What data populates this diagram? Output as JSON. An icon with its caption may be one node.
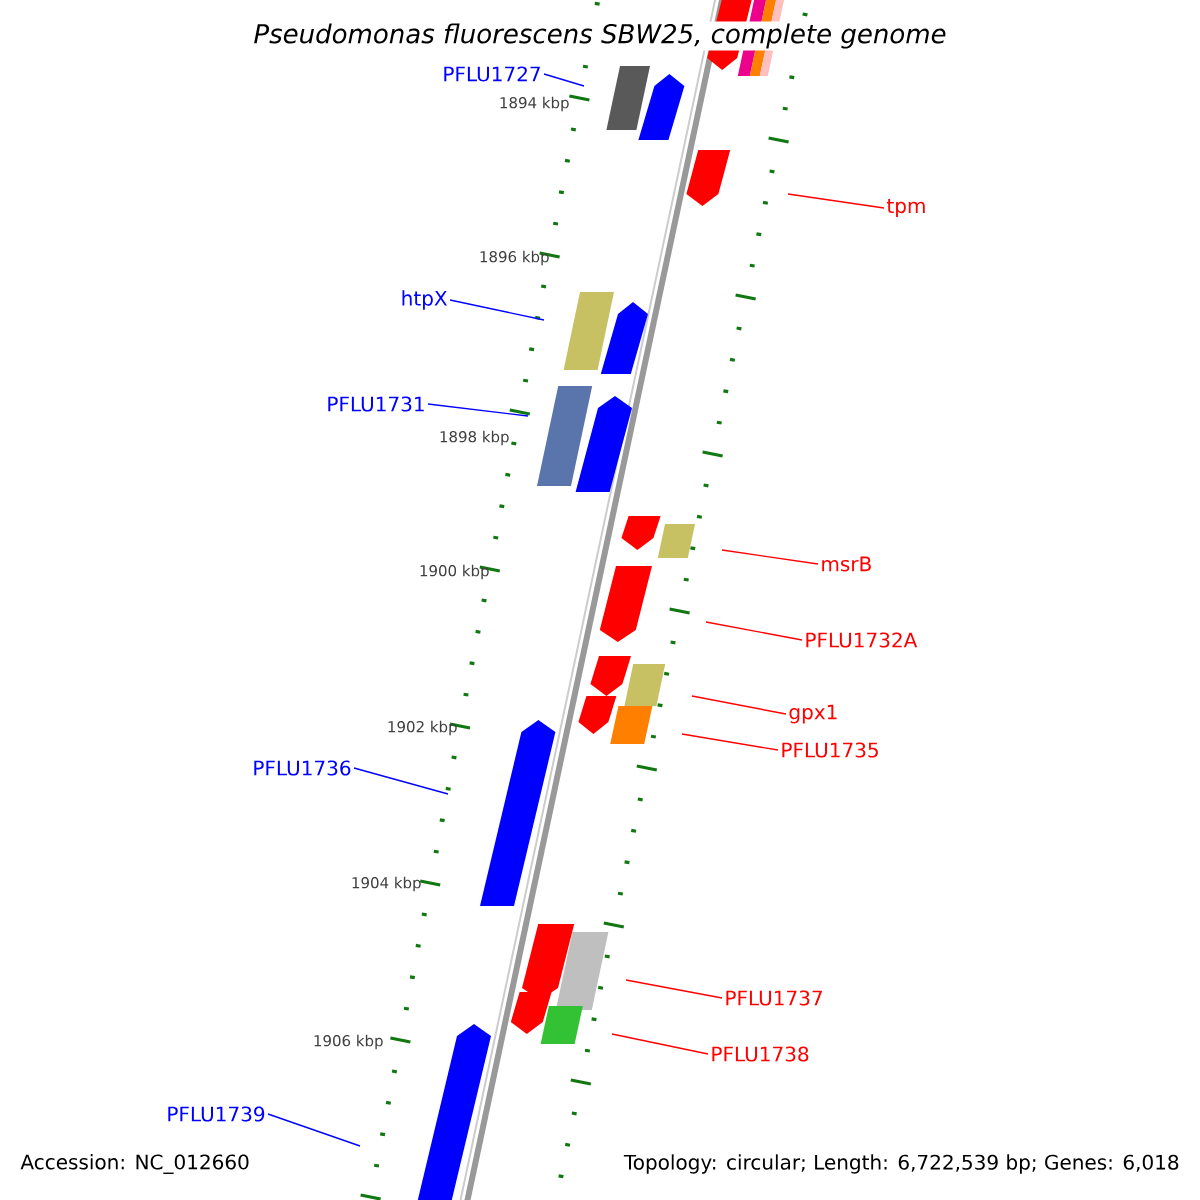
{
  "diagram": {
    "title": "*Pseudomonas fluorescens* SBW25, complete genome",
    "nodes": [
      {
        "text": [
          "PFLU1727"
        ]
      },
      {
        "text": [
          "htpX"
        ]
      },
      {
        "text": [
          "PFLU1731"
        ]
      },
      {
        "text": [
          "PFLU1736"
        ]
      },
      {
        "text": [
          "PFLU1739"
        ]
      },
      {
        "text": [
          "tpm"
        ]
      },
      {
        "text": [
          "msrB"
        ]
      },
      {
        "text": [
          "PFLU1732A"
        ]
      },
      {
        "text": [
          "gpx1"
        ]
      },
      {
        "text": [
          "PFLU1735"
        ]
      },
      {
        "text": [
          "PFLU1737"
        ]
      },
      {
        "text": [
          "PFLU1738"
        ]
      }
    ],
    "edges": [
      {
        "from": 0,
        "to": null,
        "arrow": "none",
        "color": "#0000ff"
      },
      {
        "from": 1,
        "to": null,
        "arrow": "none",
        "color": "#0000ff"
      },
      {
        "from": 2,
        "to": null,
        "arrow": "none",
        "color": "#0000ff"
      },
      {
        "from": 3,
        "to": null,
        "arrow": "none",
        "color": "#0000ff"
      },
      {
        "from": 4,
        "to": null,
        "arrow": "none",
        "color": "#0000ff"
      },
      {
        "from": 5,
        "to": null,
        "arrow": "none"
      },
      {
        "from": 6,
        "to": null,
        "arrow": "none"
      },
      {
        "from": 7,
        "to": null,
        "arrow": "none"
      },
      {
        "from": 8,
        "to": null,
        "arrow": "none"
      },
      {
        "from": 9,
        "to": null,
        "arrow": "none"
      },
      {
        "from": 10,
        "to": null,
        "arrow": "none"
      },
      {
        "from": 11,
        "to": null,
        "arrow": "none"
      }
    ],
    "labels": [
      "1894 kbp",
      "1896 kbp",
      "1898 kbp",
      "1900 kbp",
      "1902 kbp",
      "1904 kbp",
      "1906 kbp",
      "Accession: NC_012660",
      "Topology: circular; Length: 6,722,539 bp; Genes: 6,018"
    ]
  }
}
